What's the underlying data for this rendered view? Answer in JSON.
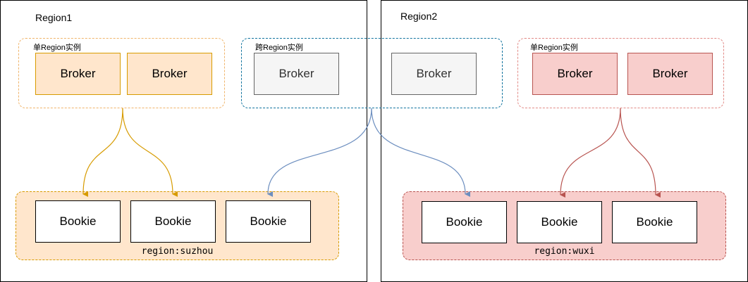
{
  "regions": {
    "region1_title": "Region1",
    "region2_title": "Region2"
  },
  "groups": {
    "single_left_label": "单Region实例",
    "cross_label": "跨Region实例",
    "single_right_label": "单Region实例"
  },
  "brokers": {
    "b1": "Broker",
    "b2": "Broker",
    "b3": "Broker",
    "b4": "Broker",
    "b5": "Broker",
    "b6": "Broker"
  },
  "bookies": {
    "k1": "Bookie",
    "k2": "Bookie",
    "k3": "Bookie",
    "k4": "Bookie",
    "k5": "Bookie",
    "k6": "Bookie"
  },
  "pools": {
    "suzhou_label": "region:suzhou",
    "wuxi_label": "region:wuxi"
  },
  "colors": {
    "orange_fill": "#ffe6cc",
    "orange_stroke": "#d79b00",
    "red_fill": "#f8cecc",
    "red_stroke": "#b85450",
    "teal_stroke": "#10739e",
    "blue_stroke": "#6c8ebf",
    "gray_fill": "#f5f5f5",
    "gray_stroke": "#666666"
  }
}
